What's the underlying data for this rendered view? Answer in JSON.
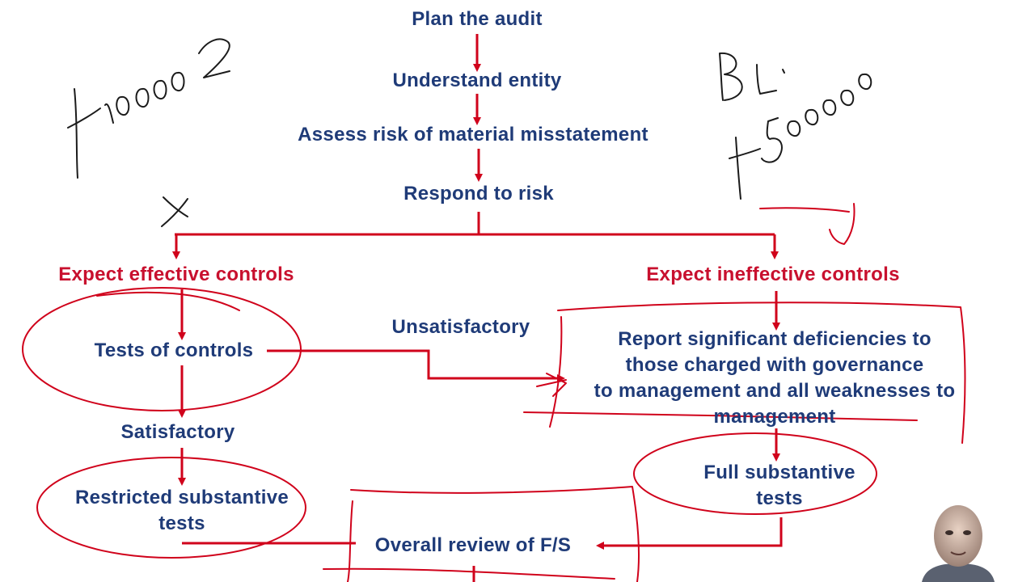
{
  "diagram": {
    "nodes": {
      "plan": "Plan the audit",
      "understand": "Understand entity",
      "assess": "Assess risk of material misstatement",
      "respond": "Respond to risk",
      "effective": "Expect effective controls",
      "ineffective": "Expect ineffective controls",
      "tests_controls": "Tests of controls",
      "unsatisfactory": "Unsatisfactory",
      "satisfactory": "Satisfactory",
      "report_line1": "Report significant deficiencies to",
      "report_line2": "those charged with governance",
      "report_line3": "to management and all weaknesses to",
      "report_line4": "management",
      "full_line1": "Full substantive",
      "full_line2": "tests",
      "restricted_line1": "Restricted substantive",
      "restricted_line2": "tests",
      "overall": "Overall review of F/S"
    },
    "colors": {
      "node_text": "#1f3b78",
      "branch_text": "#c8102e",
      "arrows": "#d0021b",
      "annotation_ink": "#d0021b",
      "handwriting": "#1b1b1b"
    }
  }
}
